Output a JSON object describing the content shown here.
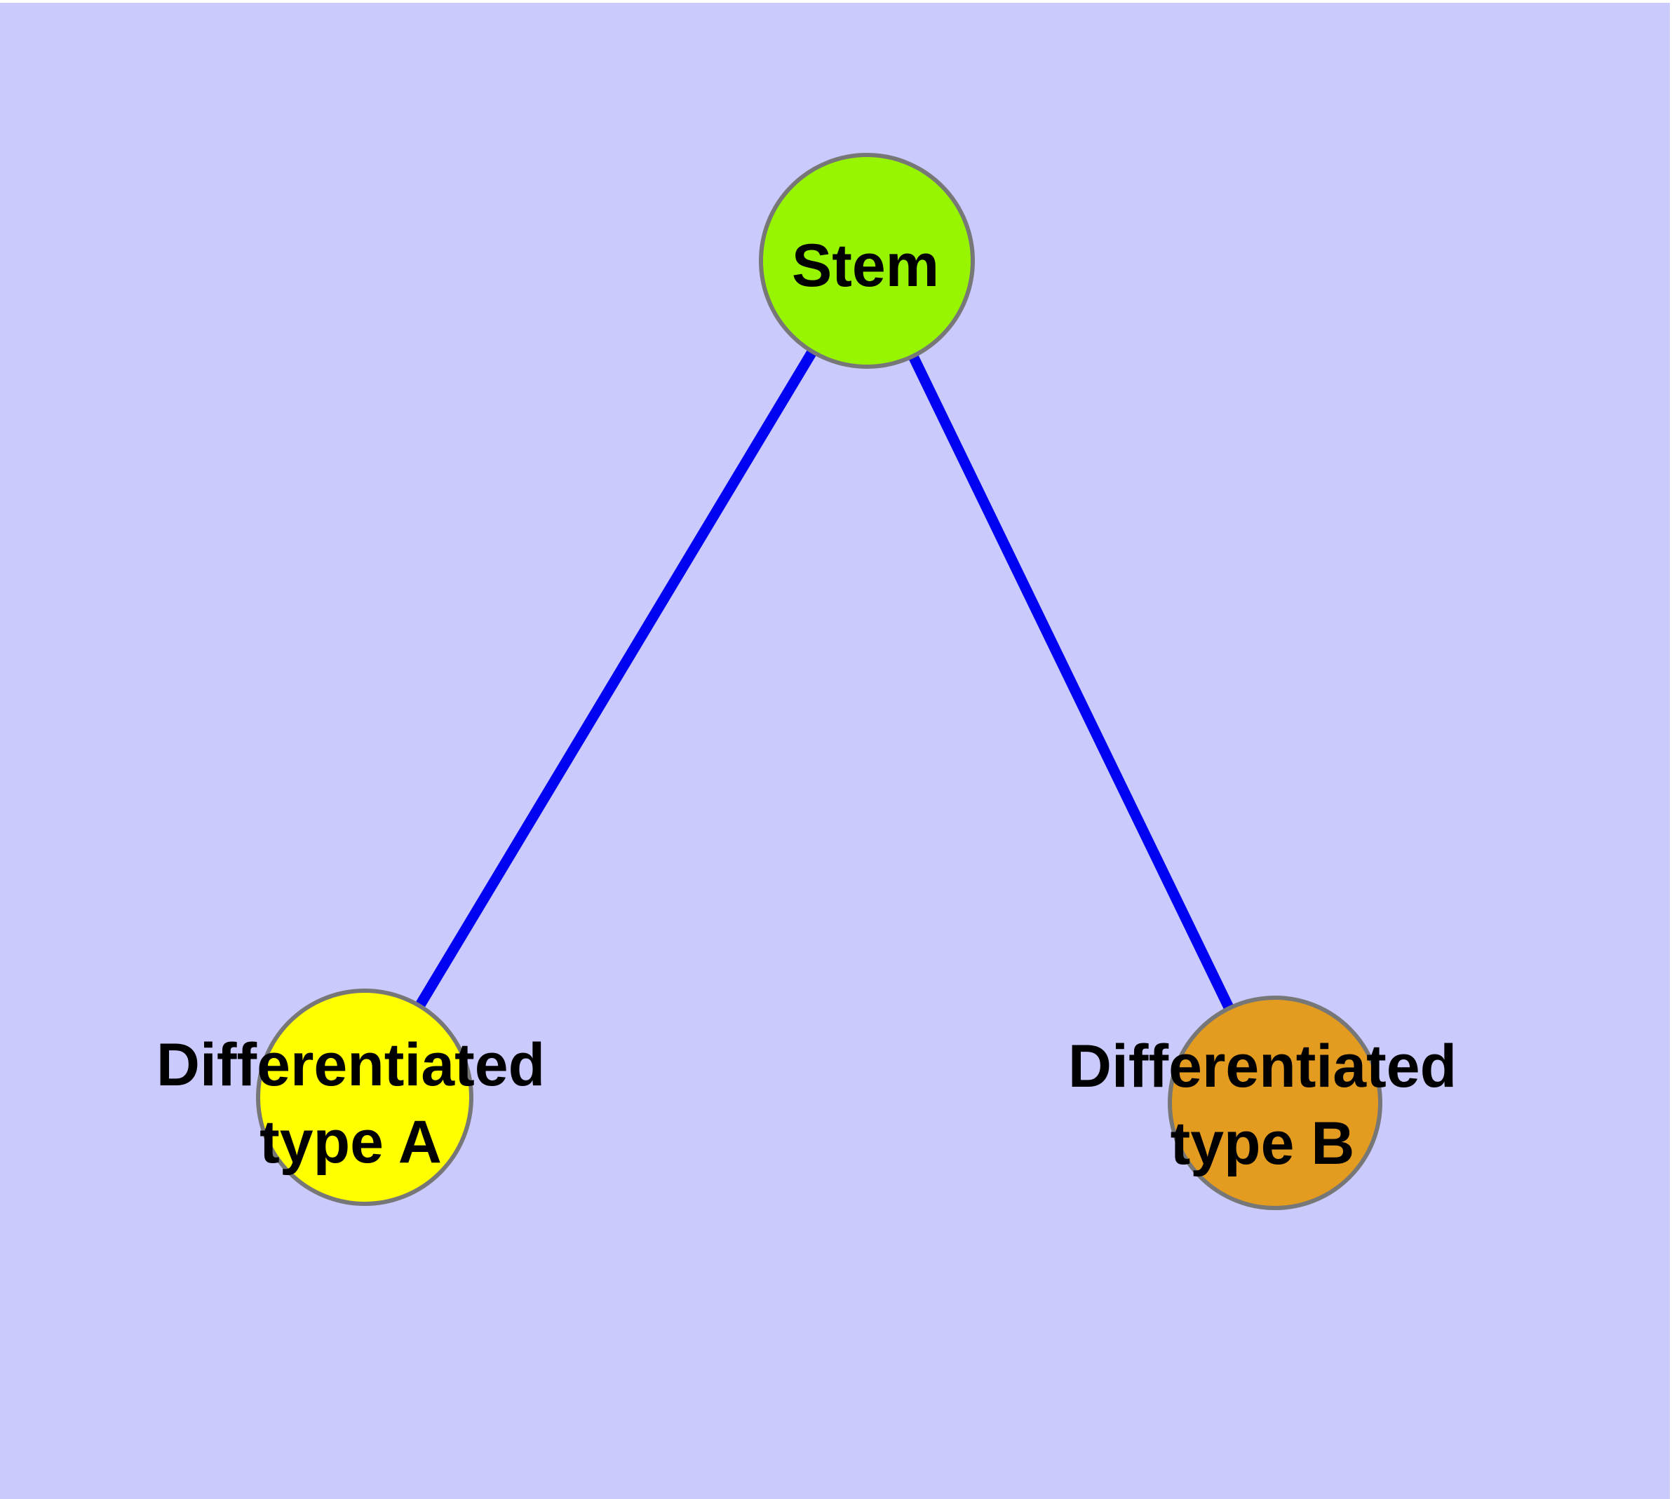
{
  "diagram": {
    "colors": {
      "background": "#CACAFC",
      "page_margin": "#FFFFFF",
      "edge": "#0202F2",
      "node_border": "#777777",
      "label_text": "#000000"
    },
    "nodes": {
      "stem": {
        "label": "Stem",
        "fill": "#98F502"
      },
      "type_a": {
        "label_line1": "Differentiated",
        "label_line2": "type A",
        "fill": "#FFFF00"
      },
      "type_b": {
        "label_line1": "Differentiated",
        "label_line2": "type B",
        "fill": "#E39C1F"
      }
    },
    "edges": [
      {
        "from": "Stem",
        "to": "Differentiated type A"
      },
      {
        "from": "Stem",
        "to": "Differentiated type B"
      }
    ]
  }
}
